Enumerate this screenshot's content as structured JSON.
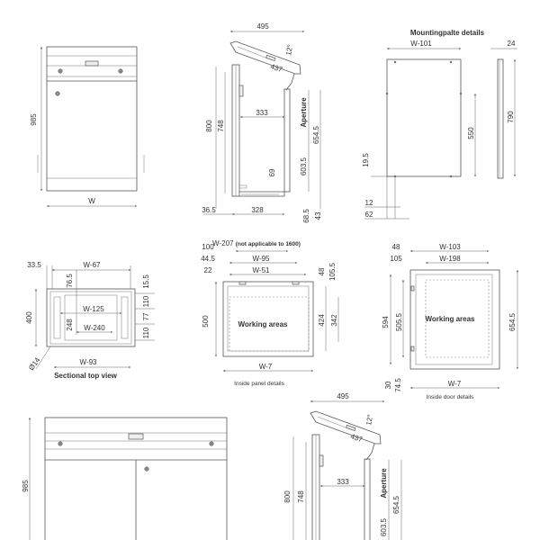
{
  "front_view_1": {
    "height": "985",
    "width": "W"
  },
  "side_view_1": {
    "depth": "495",
    "angle": "12°",
    "lid": "437",
    "inner_depth": "333",
    "height_800": "800",
    "height_748": "748",
    "aperture": "Aperture",
    "h_654_5": "654.5",
    "h_603_5": "603.5",
    "h_69": "69",
    "d_36_5": "36.5",
    "d_328": "328",
    "d_68_5": "68.5",
    "d_43": "43"
  },
  "mounting_plate": {
    "title": "Mountingpalte details",
    "width": "W-101",
    "thickness": "24",
    "h_550": "550",
    "h_790": "790",
    "h_19_5": "19.5",
    "d_12": "12",
    "d_62": "62"
  },
  "sectional_top_view": {
    "caption": "Sectional top view",
    "d_33_5": "33.5",
    "w_67": "W-67",
    "d_76_5": "76.5",
    "d_15_5": "15.5",
    "depth_400": "400",
    "w_125": "W-125",
    "d_110a": "110",
    "d_77": "77",
    "d_110b": "110",
    "d_248": "248",
    "w_240": "W-240",
    "w_93": "W-93",
    "dia_14": "Ø14"
  },
  "inside_panel": {
    "caption": "Inside panel details",
    "d_100": "100",
    "w_207": "W-207",
    "w_207_note": "(not applicable to 1600)",
    "d_44_5": "44.5",
    "w_95": "W-95",
    "d_22": "22",
    "w_51": "W-51",
    "d_48": "48",
    "d_105_5": "105.5",
    "h_500": "500",
    "working": "Working areas",
    "h_424": "424",
    "h_342": "342",
    "w_7": "W-7"
  },
  "inside_door": {
    "caption": "Inside door details",
    "d_48": "48",
    "w_103": "W-103",
    "d_105": "105",
    "w_198": "W-198",
    "h_594": "594",
    "h_505_5": "505.5",
    "working": "Working areas",
    "h_654_5": "654.5",
    "w_7": "W-7",
    "d_30": "30",
    "d_74_5": "74.5"
  },
  "front_view_2": {
    "height": "985"
  },
  "side_view_2": {
    "depth": "495",
    "angle": "12°",
    "lid": "437",
    "inner_depth": "333",
    "height_800": "800",
    "height_748": "748",
    "aperture": "Aperture",
    "h_654_5": "654.5",
    "h_603_5": "603.5"
  }
}
